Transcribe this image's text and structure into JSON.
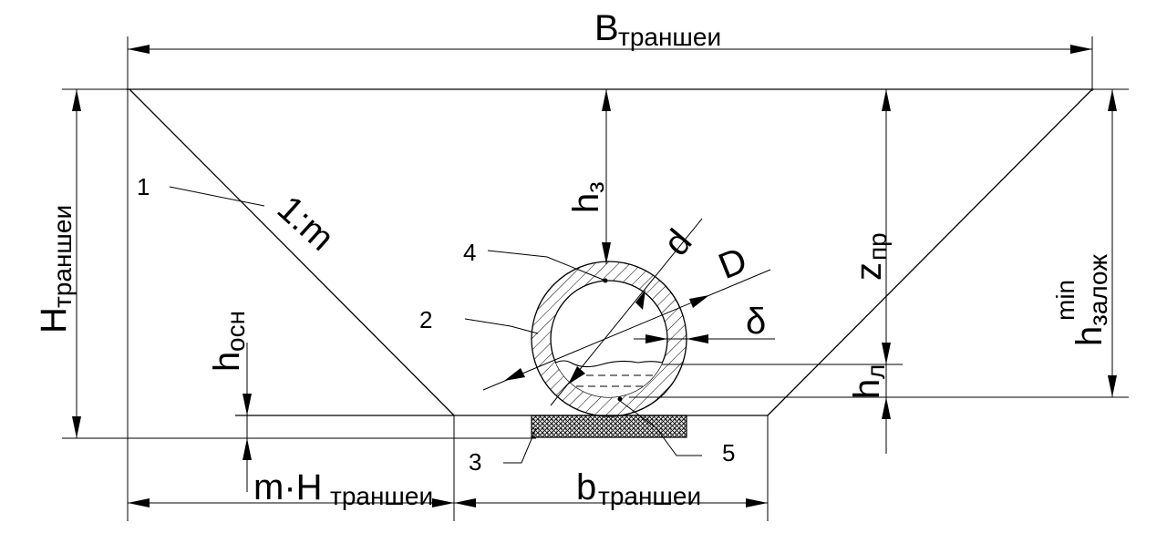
{
  "labels": {
    "B": "B",
    "B_sub": "траншеи",
    "H": "H",
    "H_sub": "траншеи",
    "h3": "h",
    "h3_sub": "з",
    "z": "z",
    "z_sub": "пр",
    "hz": "h",
    "hz_sub": "залож",
    "hz_sup": "min",
    "hosn": "h",
    "hosn_sub": "осн",
    "hl": "h",
    "hl_sub": "л",
    "slope": "1:m",
    "d": "d",
    "D": "D",
    "delta": "δ",
    "mH_pre": "m·H",
    "mH_sub": "траншеи",
    "b": "b",
    "b_sub": "траншеи"
  },
  "callouts": {
    "c1": "1",
    "c2": "2",
    "c3": "3",
    "c4": "4",
    "c5": "5"
  }
}
